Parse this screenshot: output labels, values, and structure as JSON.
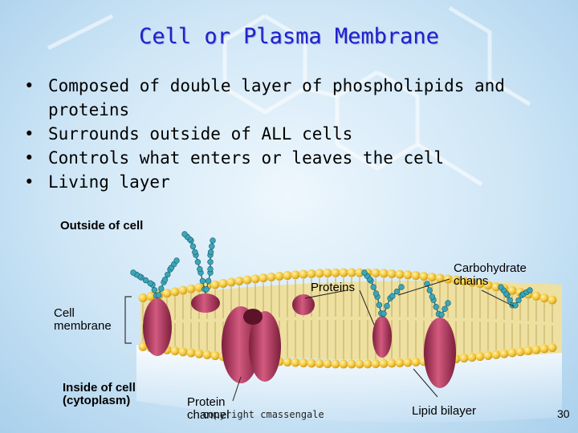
{
  "slide": {
    "title": "Cell or Plasma Membrane",
    "bullets": [
      "Composed of double layer of phospholipids and proteins",
      "Surrounds outside of ALL cells",
      "Controls what enters or leaves the cell",
      "Living layer"
    ],
    "bullet_glyph": "•",
    "page_number": "30",
    "copyright": "copyright cmassengale"
  },
  "diagram": {
    "labels": {
      "outside": "Outside of cell",
      "proteins": "Proteins",
      "carbohydrate": "Carbohydrate chains",
      "membrane": "Cell membrane",
      "inside": "Inside of cell (cytoplasm)",
      "channel": "Protein channel",
      "lipid": "Lipid bilayer"
    },
    "colors": {
      "head": "#f3c63a",
      "tail": "#e8d58a",
      "protein": "#b0345a",
      "carb": "#3aa6b8",
      "title": "#1f22c9"
    }
  }
}
